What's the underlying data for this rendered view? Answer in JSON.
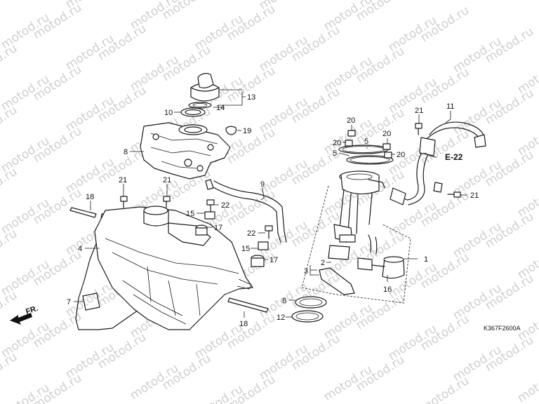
{
  "watermark": "motod.ru",
  "drawing_code": "K367F2600A",
  "front_marker": "FR.",
  "reference": "E-22",
  "callouts": {
    "c1": "1",
    "c3": "3",
    "c2": "2",
    "c4": "4",
    "c5a": "5",
    "c5b": "5",
    "c6": "6",
    "c7": "7",
    "c8": "8",
    "c9": "9",
    "c10": "10",
    "c11": "11",
    "c12": "12",
    "c13": "13",
    "c14": "14",
    "c15a": "15",
    "c15b": "15",
    "c16": "16",
    "c17a": "17",
    "c17b": "17",
    "c18a": "18",
    "c18b": "18",
    "c19": "19",
    "c20a": "20",
    "c20b": "20",
    "c20c": "20",
    "c20d": "20",
    "c21a": "21",
    "c21b": "21",
    "c21c": "21",
    "c21d": "21",
    "c22a": "22",
    "c22b": "22"
  }
}
